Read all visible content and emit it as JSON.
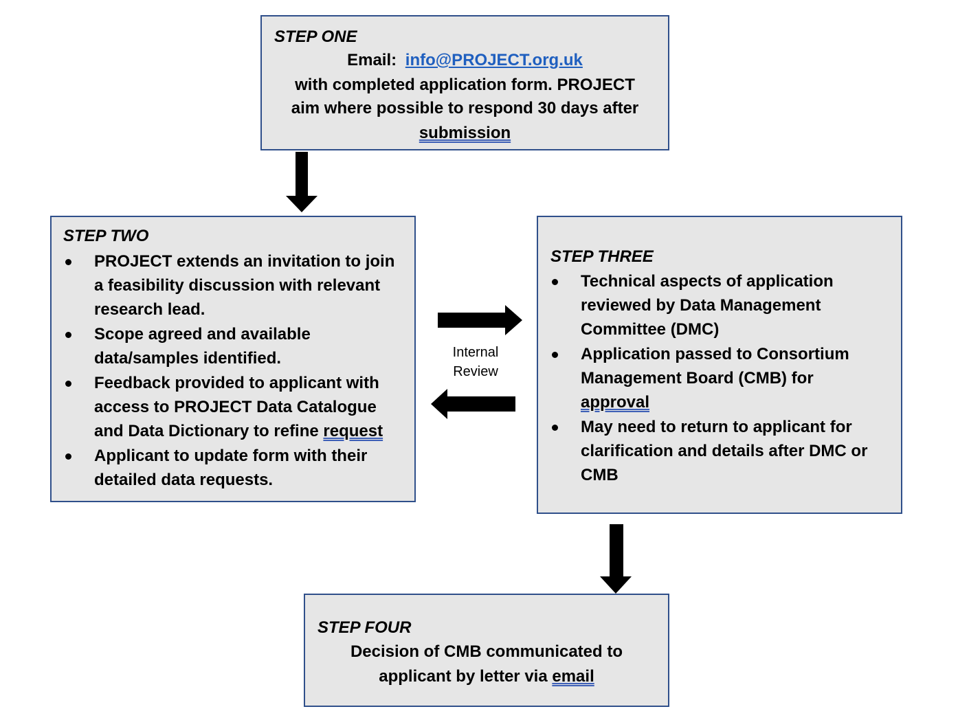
{
  "step_one": {
    "title": "STEP ONE",
    "email_label": "Email:",
    "email_address": "info@PROJECT.org.uk",
    "line1": "with completed application form. PROJECT",
    "line2": "aim where possible to respond 30 days after",
    "line3": "submission"
  },
  "step_two": {
    "title": "STEP TWO",
    "bullets": [
      {
        "lines": [
          "PROJECT extends an invitation to join",
          "a feasibility  discussion with relevant",
          "research lead."
        ]
      },
      {
        "lines": [
          "Scope agreed and available",
          "data/samples identified."
        ]
      },
      {
        "lines": [
          "Feedback provided to applicant with",
          "access to PROJECT Data Catalogue"
        ],
        "last_prefix": "and Data Dictionary to refine ",
        "last_underlined": "request"
      },
      {
        "lines": [
          "Applicant to update form with their",
          "detailed data requests."
        ]
      }
    ]
  },
  "step_three": {
    "title": "STEP THREE",
    "bullets": [
      {
        "lines": [
          "Technical aspects of application",
          "reviewed  by Data Management",
          "Committee  (DMC)"
        ]
      },
      {
        "lines": [
          "Application passed to Consortium",
          "Management Board (CMB)  for"
        ],
        "last_underlined": "approval"
      },
      {
        "lines": [
          "May need to return to applicant for",
          "clarification  and details after DMC or",
          "CMB"
        ]
      }
    ]
  },
  "step_four": {
    "title": "STEP FOUR",
    "line1": "Decision of CMB  communicated to",
    "line2_prefix": "applicant by letter via ",
    "line2_underlined": "email"
  },
  "internal_review": {
    "line1": "Internal",
    "line2": "Review"
  },
  "colors": {
    "box_fill": "#e6e6e6",
    "box_border": "#2f4f8a",
    "link": "#1f5fbf",
    "arrow": "#000000"
  }
}
